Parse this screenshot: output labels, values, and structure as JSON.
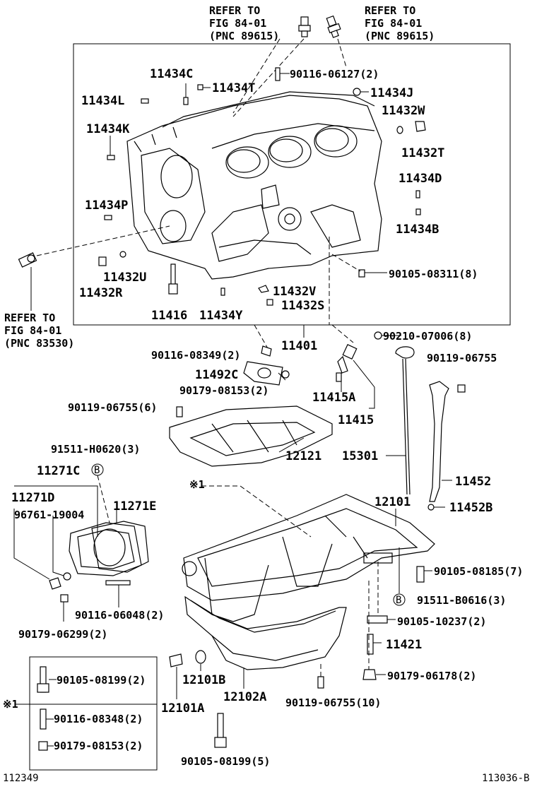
{
  "refer": {
    "left_top": {
      "l1": "REFER TO",
      "l2": "FIG 84-01",
      "l3": "(PNC 89615)"
    },
    "right_top": {
      "l1": "REFER TO",
      "l2": "FIG 84-01",
      "l3": "(PNC 89615)"
    },
    "left_mid": {
      "l1": "REFER TO",
      "l2": "FIG 84-01",
      "l3": "(PNC 83530)"
    }
  },
  "labels": {
    "p11434C": "11434C",
    "p90116_06127": "90116-06127(2)",
    "p11434T": "11434T",
    "p11434L": "11434L",
    "p11434J": "11434J",
    "p11432W": "11432W",
    "p11434K": "11434K",
    "p11432T": "11432T",
    "p11434D": "11434D",
    "p11434P": "11434P",
    "p11434B": "11434B",
    "p11432U": "11432U",
    "p11432R": "11432R",
    "p90105_08311": "90105-08311(8)",
    "p11432V": "11432V",
    "p11432S": "11432S",
    "p11416": "11416",
    "p11434Y": "11434Y",
    "p90210_07006": "90210-07006(8)",
    "p11401": "11401",
    "p90116_08349": "90116-08349(2)",
    "p90119_06755_a": "90119-06755",
    "p11492C": "11492C",
    "p90179_08153_a": "90179-08153(2)",
    "p11415A": "11415A",
    "p90119_06755_6": "90119-06755(6)",
    "p11415": "11415",
    "p91511_H0620": "91511-H0620(3)",
    "p15301": "15301",
    "p12121": "12121",
    "p11271C": "11271C",
    "p11452": "11452",
    "star1_a": "※1",
    "p11271D": "11271D",
    "p12101": "12101",
    "p96761_19004": "96761-19004",
    "p11271E": "11271E",
    "p11452B": "11452B",
    "p90105_08185": "90105-08185(7)",
    "p91511_B0616": "91511-B0616(3)",
    "p90116_06048": "90116-06048(2)",
    "p90105_10237": "90105-10237(2)",
    "p90179_06299": "90179-06299(2)",
    "p11421": "11421",
    "p90105_08199_2": "90105-08199(2)",
    "p12101B": "12101B",
    "p90179_06178": "90179-06178(2)",
    "p12102A": "12102A",
    "p90119_06755_10": "90119-06755(10)",
    "star1_b": "※1",
    "p12101A": "12101A",
    "p90116_08348": "90116-08348(2)",
    "p90179_08153_b": "90179-08153(2)",
    "p90105_08199_5": "90105-08199(5)",
    "circled_b": "B"
  },
  "footer": {
    "left_code": "112349",
    "right_code": "113036-B"
  }
}
